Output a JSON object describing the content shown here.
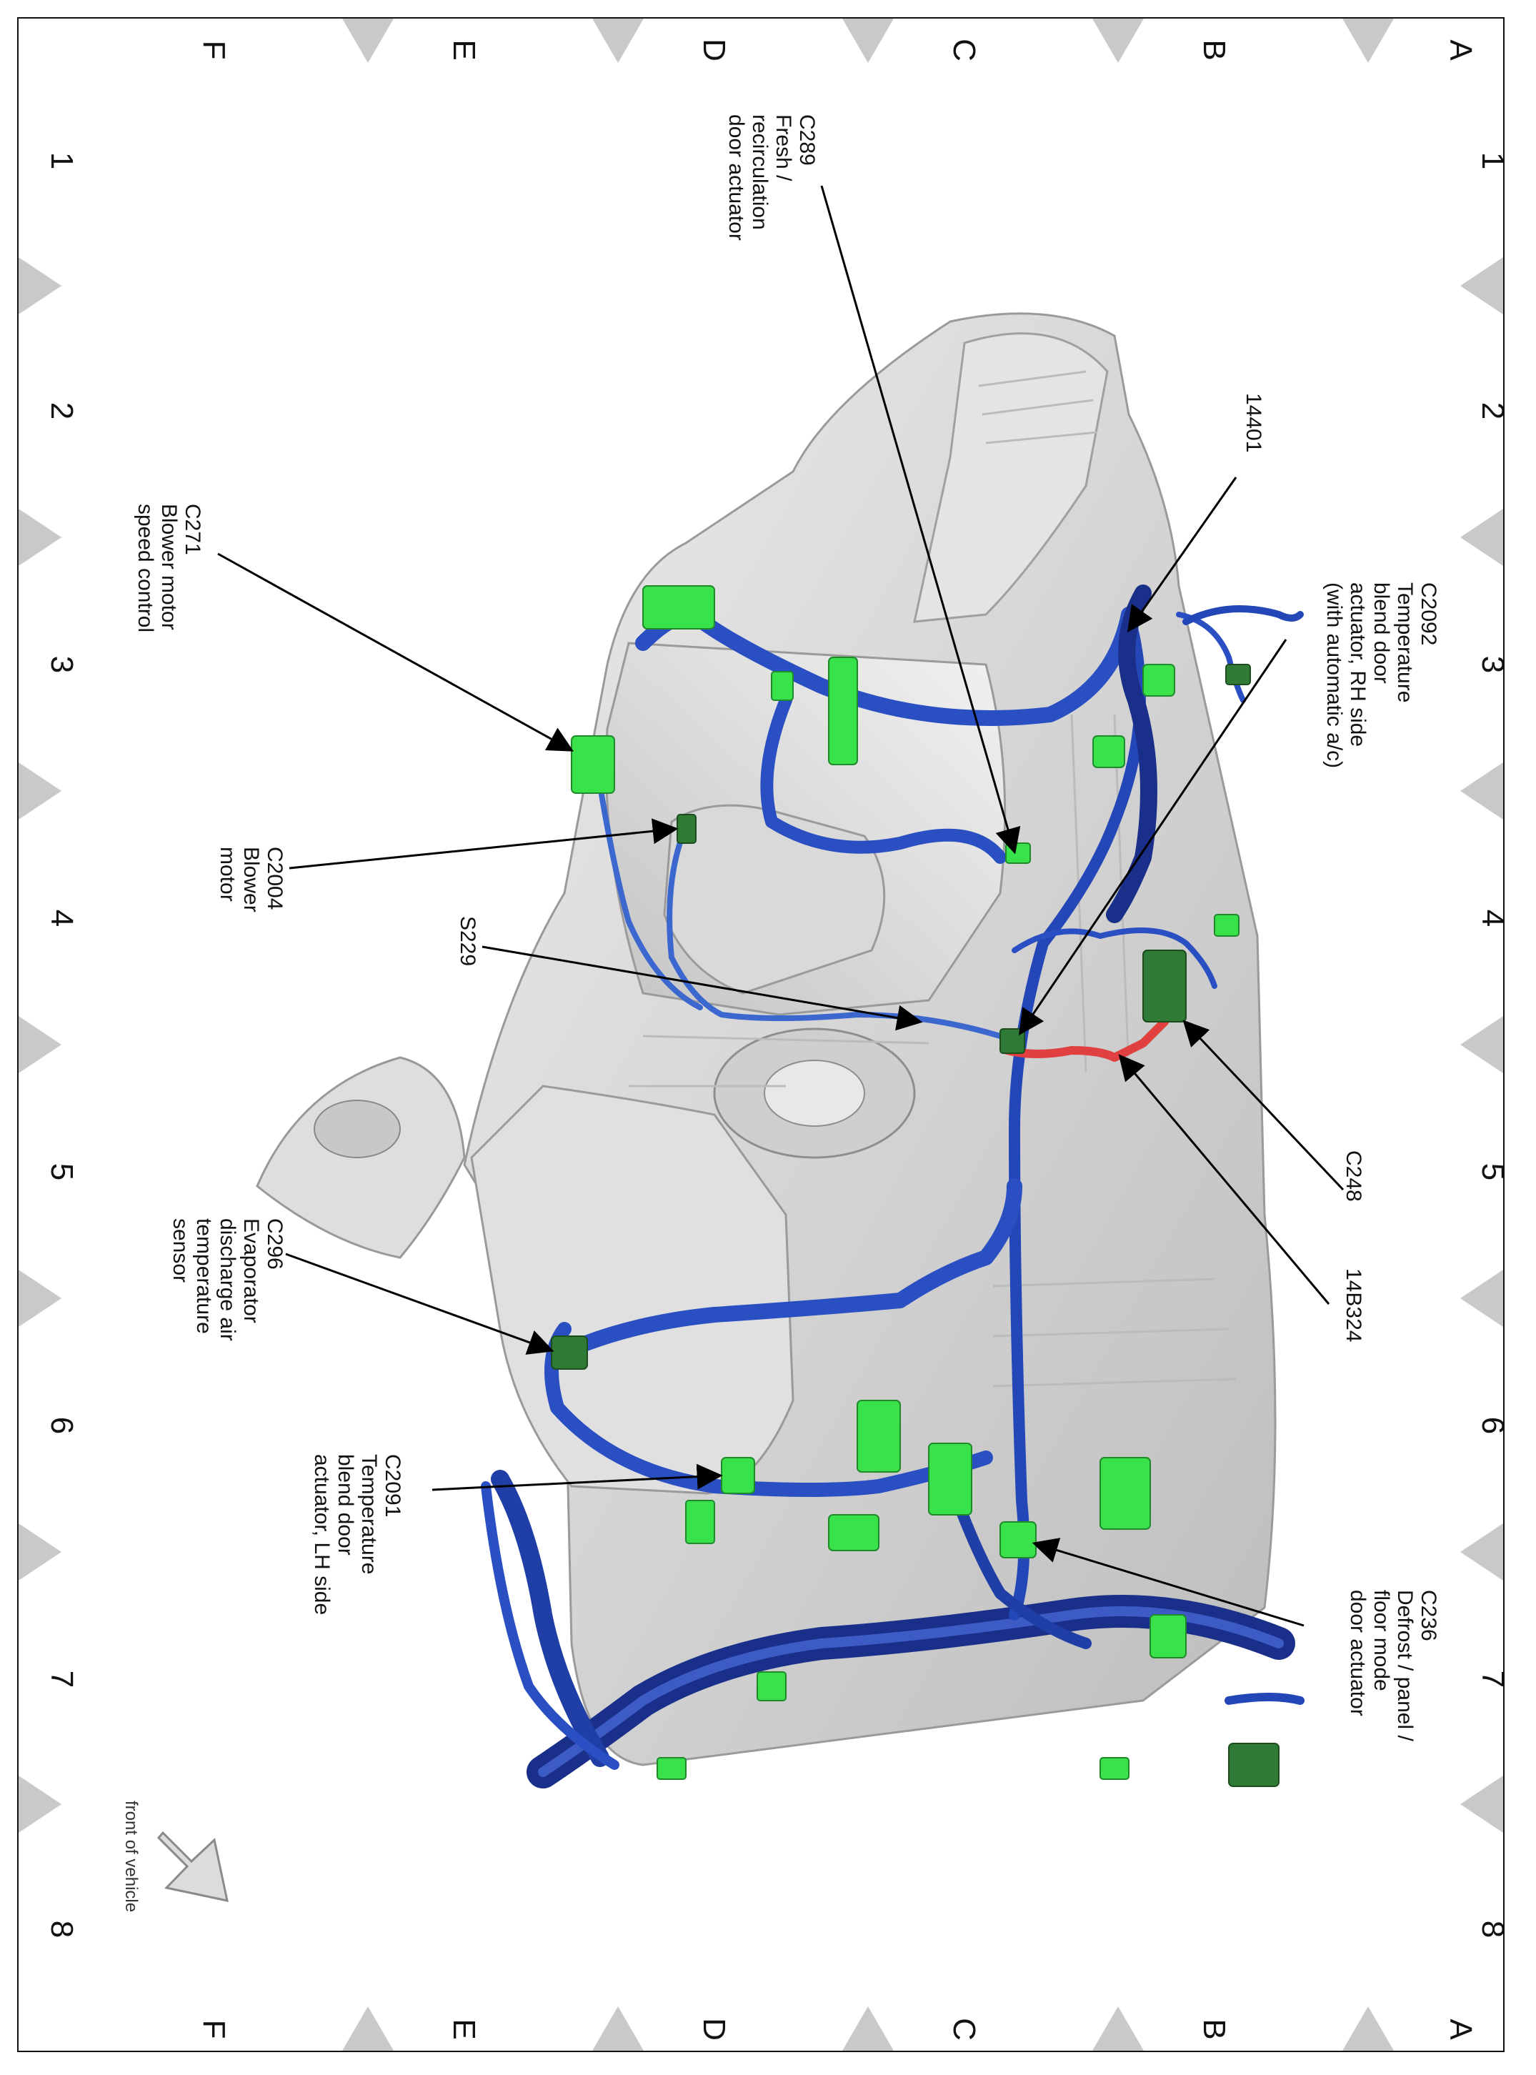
{
  "grid": {
    "rows": [
      "A",
      "B",
      "C",
      "D",
      "E",
      "F"
    ],
    "columns": [
      "1",
      "2",
      "3",
      "4",
      "5",
      "6",
      "7",
      "8"
    ]
  },
  "callouts": {
    "c289": [
      "C289",
      "Fresh /",
      "recirculation",
      "door actuator"
    ],
    "c271": [
      "C271",
      "Blower motor",
      "speed control"
    ],
    "c2004": [
      "C2004",
      "Blower",
      "motor"
    ],
    "s229": [
      "S229"
    ],
    "c296": [
      "C296",
      "Evaporator",
      "discharge air",
      "temperature",
      "sensor"
    ],
    "c2091": [
      "C2091",
      "Temperature",
      "blend door",
      "actuator, LH side"
    ],
    "n14401": [
      "14401"
    ],
    "c2092": [
      "C2092",
      "Temperature",
      "blend door",
      "actuator, RH side",
      "(with automatic a/c)"
    ],
    "c248": [
      "C248"
    ],
    "n14b324": [
      "14B324"
    ],
    "c236": [
      "C236",
      "Defrost / panel /",
      "floor mode",
      "door actuator"
    ]
  },
  "orientation": {
    "label": "front of vehicle"
  },
  "colors": {
    "harness_dark": "#1a2f8a",
    "harness_light": "#3b67cf",
    "connector_green": "#39e24a",
    "connector_dark": "#2f7a34",
    "red_wire": "#e0403f",
    "housing": "#d3d3d3",
    "grid_marker": "#c9c9c9"
  }
}
